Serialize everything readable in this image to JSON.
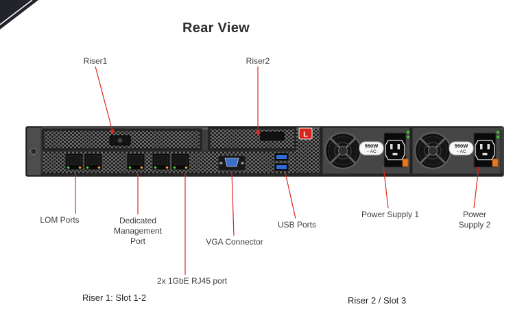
{
  "title": "Rear View",
  "colors": {
    "accent_red": "#e1251b"
  },
  "callouts": {
    "riser1": {
      "label": "Riser1"
    },
    "riser2": {
      "label": "Riser2"
    },
    "lom_ports": {
      "label": "LOM Ports"
    },
    "dedicated_management_port": {
      "label": "Dedicated\nManagement\nPort"
    },
    "vga_connector": {
      "label": "VGA Connector"
    },
    "usb_ports": {
      "label": "USB Ports"
    },
    "gbe_rj45": {
      "label": "2x 1GbE RJ45 port"
    },
    "power_supply_1": {
      "label": "Power Supply 1"
    },
    "power_supply_2": {
      "label": "Power Supply 2"
    }
  },
  "captions": {
    "riser1_slots": "Riser 1: Slot 1-2",
    "riser2_slot": "Riser 2 / Slot 3"
  },
  "server": {
    "service_badge": "L",
    "psu1": {
      "wattage": "550W",
      "ac_label": "~ AC"
    },
    "psu2": {
      "wattage": "550W",
      "ac_label": "~ AC"
    }
  }
}
